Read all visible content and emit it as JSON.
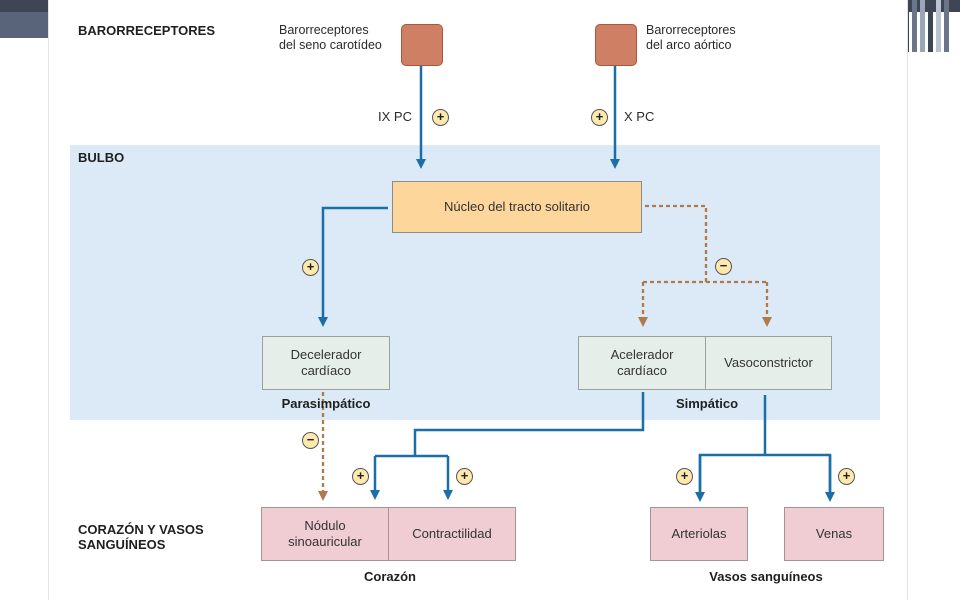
{
  "sections": {
    "baroreceptors": "BARORRECEPTORES",
    "bulbo": "BULBO",
    "heart_vessels_line1": "CORAZÓN Y VASOS",
    "heart_vessels_line2": "SANGUÍNEOS"
  },
  "receptors": {
    "carotid_line1": "Barorreceptores",
    "carotid_line2": "del seno carotídeo",
    "aortic_line1": "Barorreceptores",
    "aortic_line2": "del arco aórtico"
  },
  "nerves": {
    "left": "IX PC",
    "right": "X PC"
  },
  "nodes": {
    "nucleus": "Núcleo del tracto solitario",
    "decelerator_line1": "Decelerador",
    "decelerator_line2": "cardíaco",
    "accelerator_line1": "Acelerador",
    "accelerator_line2": "cardíaco",
    "vasoconstrictor": "Vasoconstrictor",
    "sinoatrial_line1": "Nódulo",
    "sinoatrial_line2": "sinoauricular",
    "contractility": "Contractilidad",
    "arterioles": "Arteriolas",
    "veins": "Venas"
  },
  "captions": {
    "parasympathetic": "Parasimpático",
    "sympathetic": "Simpático",
    "heart": "Corazón",
    "vessels": "Vasos sanguíneos"
  },
  "signs": {
    "plus": "+",
    "minus": "−"
  },
  "colors": {
    "excitatory_arrow": "#1a6fa6",
    "inhibitory_arrow": "#b07a4a",
    "bulbo_region": "#dbeaf6",
    "nucleus_fill": "#fdd69b",
    "center_fill": "#e5eee9",
    "target_fill": "#efcdd3",
    "receptor_fill": "#cf7f63"
  }
}
